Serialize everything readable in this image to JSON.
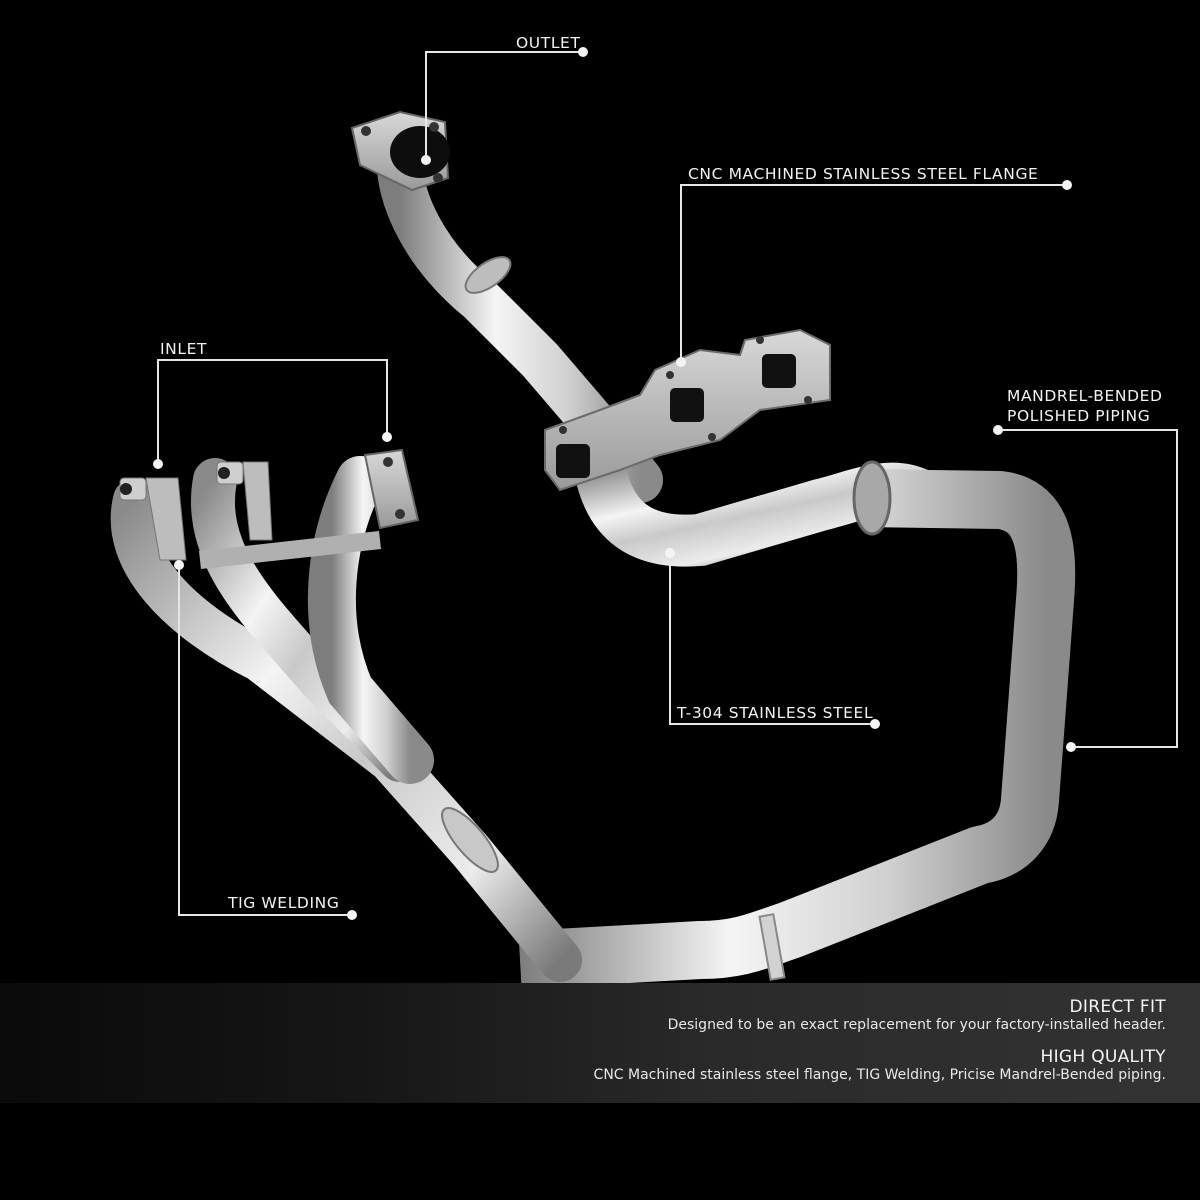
{
  "callouts": {
    "outlet": {
      "label": "OUTLET"
    },
    "flange": {
      "label": "CNC MACHINED STAINLESS STEEL FLANGE"
    },
    "inlet": {
      "label": "INLET"
    },
    "piping": {
      "label_line1": "MANDREL-BENDED",
      "label_line2": "POLISHED PIPING"
    },
    "steel": {
      "label": "T-304 STAINLESS STEEL"
    },
    "welding": {
      "label": "TIG WELDING"
    }
  },
  "features": [
    {
      "title": "DIRECT FIT",
      "description": "Designed to be an exact replacement for your factory-installed header."
    },
    {
      "title": "HIGH QUALITY",
      "description": "CNC Machined stainless steel flange, TIG Welding, Pricise Mandrel-Bended piping."
    }
  ],
  "colors": {
    "background": "#000000",
    "callout_line": "#e6e6e6",
    "band": "#2a2a2a",
    "chrome_light": "#f2f2f2",
    "chrome_mid": "#b8b8b8",
    "chrome_dark": "#6e6e6e"
  }
}
